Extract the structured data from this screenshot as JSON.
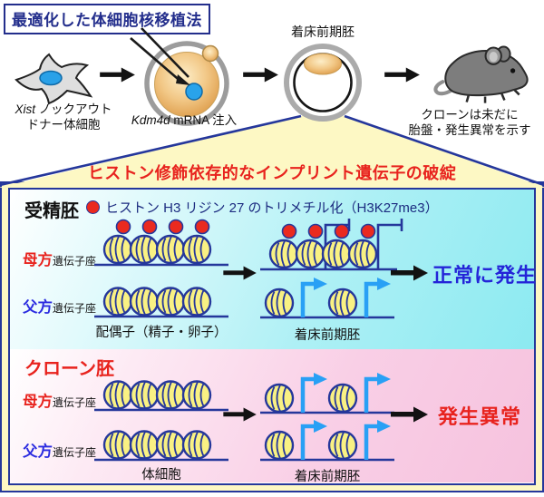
{
  "title": "最適化した体細胞核移植法",
  "flow": {
    "donor_gene": "Xist",
    "donor_line1_rest": " ノックアウト",
    "donor_line2": "ドナー体細胞",
    "injection_gene": "Kdm4d",
    "injection_rest": " mRNA 注入",
    "blastocyst_label": "着床前期胚",
    "mouse_line1": "クローンは未だに",
    "mouse_line2": "胎盤・発生異常を示す"
  },
  "banner": "ヒストン修飾依存的なインプリント遺伝子の破綻",
  "legend": {
    "text": "ヒストン H3 リジン 27 のトリメチル化（H3K27me3）"
  },
  "fertilized": {
    "heading": "受精胚",
    "maternal_parent": "母方",
    "paternal_parent": "父方",
    "locus_suffix": "遺伝子座",
    "stage_left": "配偶子（精子・卵子）",
    "stage_right": "着床前期胚",
    "outcome": "正常に発生"
  },
  "clone": {
    "heading": "クローン胚",
    "maternal_parent": "母方",
    "paternal_parent": "父方",
    "locus_suffix": "遺伝子座",
    "stage_left": "体細胞",
    "stage_right": "着床前期胚",
    "outcome": "発生異常"
  },
  "colors": {
    "navy": "#25379b",
    "red": "#e8231e",
    "normal_dev_blue": "#2424d8",
    "paternal_blue": "#2b2be0",
    "active_arrow_blue": "#29a0f5",
    "nucleosome_yellow": "#f9f183",
    "h3k27me3_red": "#ea2a1f",
    "banner_yellow": "#fdf8c4",
    "fertilized_cyan": "#8ceaf1",
    "clone_pink": "#f6c2de"
  }
}
